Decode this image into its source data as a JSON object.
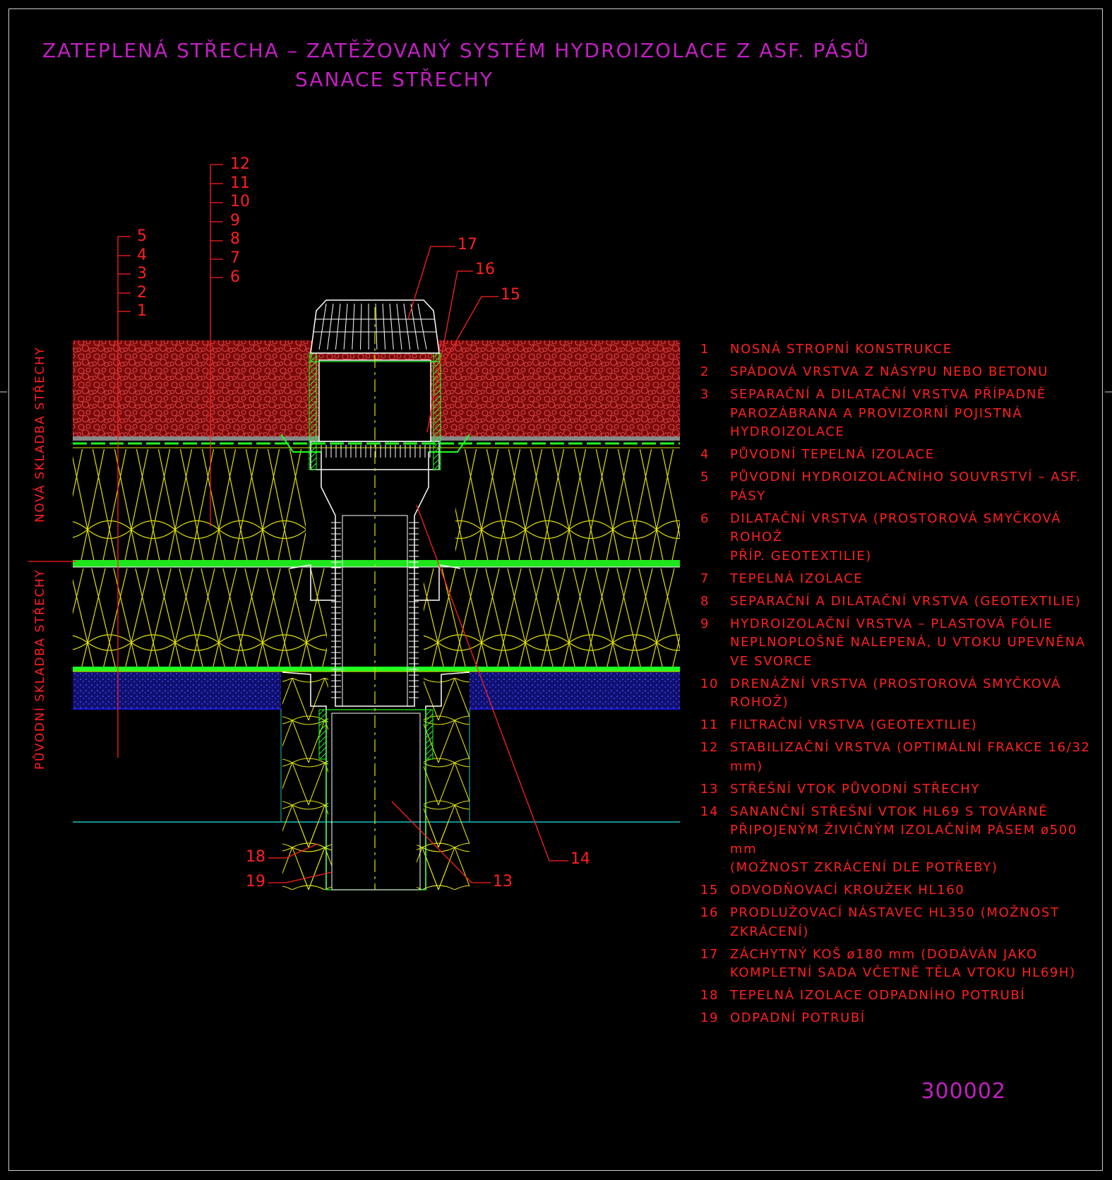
{
  "title": {
    "line1": "ZATEPLENÁ STŘECHA – ZATĚŽOVANÝ SYSTÉM HYDROIZOLACE Z ASF. PÁSŮ",
    "line2": "SANACE STŘECHY"
  },
  "drawing_code": "300002",
  "section_labels": {
    "new": "NOVÁ SKLADBA STŘECHY",
    "original": "PŮVODNÍ SKLADBA STŘECHY"
  },
  "callouts": {
    "left_stack": [
      "5",
      "4",
      "3",
      "2",
      "1"
    ],
    "right_stack": [
      "12",
      "11",
      "10",
      "9",
      "8",
      "7",
      "6"
    ],
    "c17": "17",
    "c16": "16",
    "c15": "15",
    "c14": "14",
    "c13": "13",
    "c18": "18",
    "c19": "19"
  },
  "legend": [
    {
      "num": "1",
      "text": "NOSNÁ STROPNÍ KONSTRUKCE"
    },
    {
      "num": "2",
      "text": "SPÁDOVÁ VRSTVA Z NÁSYPU NEBO BETONU"
    },
    {
      "num": "3",
      "text": "SEPARAČNÍ A DILATAČNÍ VRSTVA PŘÍPADNĚ\nPAROZÁBRANA A PROVIZORNÍ POJISTNÁ HYDROIZOLACE"
    },
    {
      "num": "4",
      "text": "PŮVODNÍ TEPELNÁ IZOLACE"
    },
    {
      "num": "5",
      "text": "PŮVODNÍ HYDROIZOLAČNÍHO SOUVRSTVÍ – ASF. PÁSY"
    },
    {
      "num": "6",
      "text": "DILATAČNÍ VRSTVA (PROSTOROVÁ SMYČKOVÁ ROHOŽ\nPŘÍP. GEOTEXTILIE)"
    },
    {
      "num": "7",
      "text": "TEPELNÁ IZOLACE"
    },
    {
      "num": "8",
      "text": "SEPARAČNÍ A DILATAČNÍ VRSTVA (GEOTEXTILIE)"
    },
    {
      "num": "9",
      "text": "HYDROIZOLAČNÍ VRSTVA – PLASTOVÁ FÓLIE\nNEPLNOPLOŠNĚ NALEPENÁ, U VTOKU UPEVNĚNA\nVE SVORCE"
    },
    {
      "num": "10",
      "text": "DRENÁŽNÍ VRSTVA (PROSTOROVÁ SMYČKOVÁ ROHOŽ)"
    },
    {
      "num": "11",
      "text": "FILTRAČNÍ VRSTVA (GEOTEXTILIE)"
    },
    {
      "num": "12",
      "text": "STABILIZAČNÍ VRSTVA (OPTIMÁLNÍ FRAKCE 16/32 mm)"
    },
    {
      "num": "13",
      "text": "STŘEŠNÍ VTOK PŮVODNÍ STŘECHY"
    },
    {
      "num": "14",
      "text": "SANANČNÍ STŘEŠNÍ VTOK HL69 S TOVÁRNĚ\nPŘIPOJENÝM ŽIVIČNÝM IZOLAČNÍM PÁSEM ø500 mm\n(MOŽNOST ZKRÁCENÍ DLE POTŘEBY)"
    },
    {
      "num": "15",
      "text": "ODVODŇOVACÍ KROUŽEK HL160"
    },
    {
      "num": "16",
      "text": "PRODLUŽOVACÍ NÁSTAVEC HL350 (MOŽNOST ZKRÁCENÍ)"
    },
    {
      "num": "17",
      "text": "ZÁCHYTNÝ KOŠ ø180 mm (DODÁVÁN JAKO\nKOMPLETNÍ SADA VČETNĚ TĚLA VTOKU HL69H)"
    },
    {
      "num": "18",
      "text": "TEPELNÁ IZOLACE ODPADNÍHO POTRUBÍ"
    },
    {
      "num": "19",
      "text": "ODPADNÍ POTRUBÍ"
    }
  ],
  "colors": {
    "background": "#000000",
    "title": "#c21fc2",
    "text": "#ff2020",
    "gravel": "#a01010",
    "insulation_line": "#e0e000",
    "membrane": "#20ff20",
    "concrete": "#1a1aa0",
    "outline": "#ffffff",
    "cyan": "#20c0c0"
  }
}
